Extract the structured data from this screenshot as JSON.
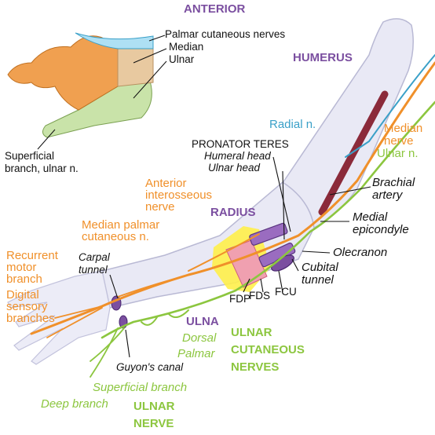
{
  "colors": {
    "orange": "#f0902a",
    "green": "#8cc63f",
    "purple": "#7b4fa0",
    "blue": "#3aa0c8",
    "dark": "#111111",
    "bone": "#e9e9f5",
    "bone_stroke": "#b9b9d4",
    "artery": "#8b2a3a",
    "yellow": "#fff04a",
    "pink": "#f0a0b0",
    "hand_median": "#e8c9a0",
    "hand_ulnar": "#c9e3a9"
  },
  "header": {
    "title": "ANTERIOR"
  },
  "hand_inset": {
    "palmar_cutaneous": "Palmar cutaneous nerves",
    "median": "Median",
    "ulnar": "Ulnar",
    "superficial_1": "Superficial",
    "superficial_2": "branch, ulnar n."
  },
  "bones": {
    "humerus": "HUMERUS",
    "radius": "RADIUS",
    "ulna": "ULNA"
  },
  "nerves": {
    "radial": "Radial n.",
    "median_1": "Median",
    "median_2": "nerve",
    "ulnar": "Ulnar n.",
    "anterior_1": "Anterior",
    "anterior_2": "interosseous",
    "anterior_3": "nerve",
    "median_palmar_1": "Median palmar",
    "median_palmar_2": "cutaneous n.",
    "recurrent_1": "Recurrent",
    "recurrent_2": "motor",
    "recurrent_3": "branch",
    "digital_1": "Digital",
    "digital_2": "sensory",
    "digital_3": "branches"
  },
  "structures": {
    "brachial_1": "Brachial",
    "brachial_2": "artery",
    "medial_1": "Medial",
    "medial_2": "epicondyle",
    "olecranon": "Olecranon",
    "cubital_1": "Cubital",
    "cubital_2": "tunnel",
    "pronator": "PRONATOR TERES",
    "humeral_head": "Humeral head",
    "ulnar_head": "Ulnar head",
    "fdp": "FDP",
    "fds": "FDS",
    "fcu": "FCU",
    "carpal_1": "Carpal",
    "carpal_2": "tunnel",
    "guyon": "Guyon's canal"
  },
  "ulnar_branches": {
    "dorsal": "Dorsal",
    "palmar": "Palmar",
    "cutaneous_1": "ULNAR",
    "cutaneous_2": "CUTANEOUS",
    "cutaneous_3": "NERVES",
    "superficial": "Superficial branch",
    "deep": "Deep branch",
    "nerve_1": "ULNAR",
    "nerve_2": "NERVE"
  }
}
